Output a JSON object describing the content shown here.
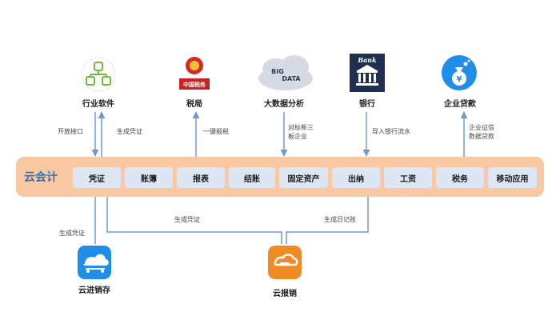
{
  "platform": {
    "title": "云会计",
    "modules": [
      "凭证",
      "账簿",
      "报表",
      "结账",
      "固定资产",
      "出纳",
      "工资",
      "税务",
      "移动应用"
    ]
  },
  "top_nodes": {
    "industry_software": {
      "label": "行业软件"
    },
    "tax_bureau": {
      "label": "税局",
      "logo_text": "中国税务"
    },
    "big_data": {
      "label": "大数据分析",
      "cloud_words": [
        "BIG",
        "DATA"
      ]
    },
    "bank": {
      "label": "银行",
      "logo_text": "Bank"
    },
    "enterprise_loan": {
      "label": "企业贷款",
      "coin_symbol": "¥"
    }
  },
  "bottom_nodes": {
    "cloud_inventory": {
      "label": "云进销存"
    },
    "cloud_expense": {
      "label": "云报销"
    }
  },
  "connections": {
    "open_interface": "开放接口",
    "generate_voucher_top": "生成凭证",
    "one_click_tax": "一键报税",
    "tax_subject": [
      "对标新三",
      "板企业"
    ],
    "import_bank_flow": "导入银行流水",
    "enterprise_credit": [
      "企业征信",
      "数据贷款"
    ],
    "generate_voucher_left": "生成凭证",
    "generate_voucher_mid": "生成凭证",
    "generate_journal": "生成日记账"
  },
  "colors": {
    "band": "#f8c9a2",
    "module_bg": "#dde6f4",
    "title": "#2f71b6",
    "line": "#6d9ad6",
    "icon_blue": "#1e8ee8",
    "icon_orange": "#f08a24"
  }
}
